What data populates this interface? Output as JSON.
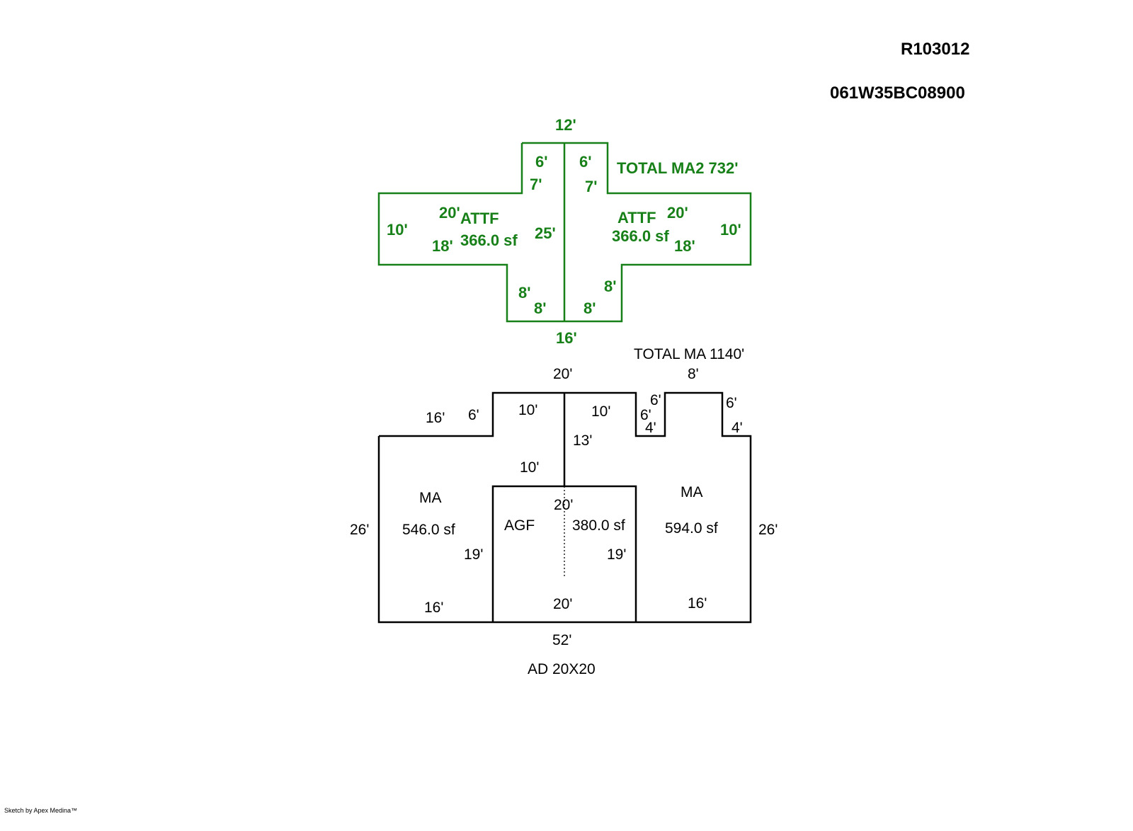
{
  "header": {
    "parcel_id": "R103012",
    "map_number": "061W35BC08900"
  },
  "upper_floor": {
    "total_label": "TOTAL MA2  732'",
    "left_area": {
      "name": "ATTF",
      "area": "366.0 sf"
    },
    "right_area": {
      "name": "ATTF",
      "area": "366.0 sf"
    },
    "dimensions": {
      "top": "12'",
      "left_top_stub": "6'",
      "right_top_stub": "6'",
      "left_stub_side": "7'",
      "right_stub_side": "7'",
      "left_wing_top": "20'",
      "right_wing_top": "20'",
      "left_wing_side": "10'",
      "right_wing_side": "10'",
      "left_wing_bottom": "18'",
      "right_wing_bottom": "18'",
      "center_line": "25'",
      "left_lower_side": "8'",
      "left_lower_bottom": "8'",
      "right_lower_side": "8'",
      "right_lower_bottom": "8'",
      "bottom": "16'"
    }
  },
  "main_floor": {
    "total_label": "TOTAL MA 1140'",
    "left_area": {
      "name": "MA",
      "area": "546.0 sf"
    },
    "garage_area": {
      "name": "AGF",
      "area": "380.0 sf"
    },
    "right_area": {
      "name": "MA",
      "area": "594.0 sf"
    },
    "dimensions": {
      "top_center": "20'",
      "top_right_notch": "8'",
      "left_upper": "16'",
      "left_step": "6'",
      "upper_left_inner": "10'",
      "upper_right_inner": "10'",
      "notch_left_outer": "6'",
      "notch_left_inner": "6'",
      "notch_left_bottom": "4'",
      "notch_right_side": "6'",
      "notch_right_bottom": "4'",
      "center_vertical": "13'",
      "garage_top_left": "10'",
      "garage_top": "20'",
      "left_side": "26'",
      "right_side": "26'",
      "garage_left_side": "19'",
      "garage_right_side": "19'",
      "left_bottom": "16'",
      "garage_bottom": "20'",
      "right_bottom": "16'",
      "overall_bottom": "52'"
    },
    "note": "AD  20X20"
  },
  "footer": {
    "credit": "Sketch by Apex Medina™"
  },
  "colors": {
    "upper_floor": "#188018",
    "main_floor": "#000000",
    "background": "#ffffff"
  }
}
